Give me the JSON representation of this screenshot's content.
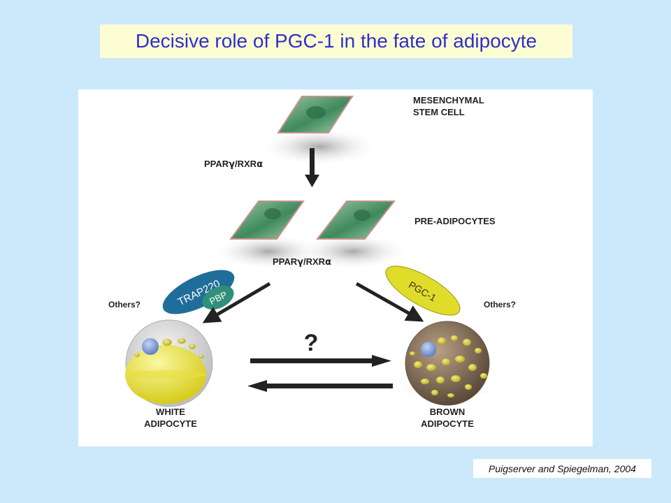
{
  "title": "Decisive role of PGC-1 in the fate of adipocyte",
  "citation": "Puigserver and Spiegelman, 2004",
  "diagram": {
    "stem_cell_label_line1": "MESENCHYMAL",
    "stem_cell_label_line2": "STEM CELL",
    "pre_adipocytes_label": "PRE-ADIPOCYTES",
    "pparg_rxra_base": "PPAR",
    "pparg_gamma": "γ",
    "pparg_mid": "/RXR",
    "pparg_alpha": "α",
    "trap220_label": "TRAP220",
    "pbp_label": "PBP",
    "pgc1_label": "PGC-1",
    "others_left": "Others?",
    "others_right": "Others?",
    "question_mark": "?",
    "white_label_line1": "WHITE",
    "white_label_line2": "ADIPOCYTE",
    "brown_label_line1": "BROWN",
    "brown_label_line2": "ADIPOCYTE"
  },
  "colors": {
    "background": "#cce9fb",
    "title_box": "#fdfdd4",
    "title_text": "#2f2fc8",
    "trap220": "#1f6e9a",
    "pbp": "#2f8f7a",
    "pgc1": "#e0dc2a",
    "cell_green": "#4f9a6a",
    "arrow": "#222222"
  }
}
